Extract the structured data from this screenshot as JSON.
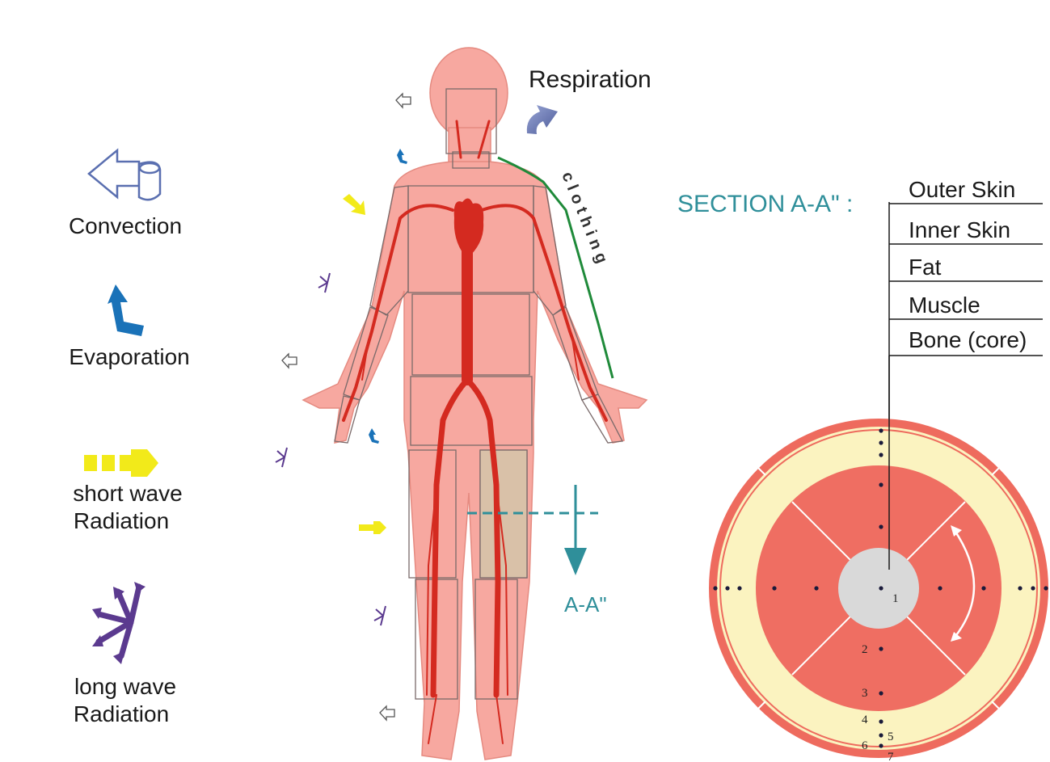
{
  "legend": {
    "convection": "Convection",
    "evaporation": "Evaporation",
    "short_wave_line1": "short wave",
    "short_wave_line2": "Radiation",
    "long_wave_line1": "long wave",
    "long_wave_line2": "Radiation"
  },
  "body": {
    "respiration": "Respiration",
    "clothing": "clothing",
    "section_marker": "A-A\""
  },
  "section": {
    "title": "SECTION A-A\" :",
    "layers": [
      "Outer Skin",
      "Inner Skin",
      "Fat",
      "Muscle",
      "Bone (core)"
    ],
    "node_numbers": [
      "1",
      "2",
      "3",
      "4",
      "5",
      "6",
      "7"
    ]
  },
  "colors": {
    "skin": "#f7a8a0",
    "artery": "#d42a20",
    "outer_skin_ring": "#ee6b5e",
    "fat_ring": "#fbf3c0",
    "muscle": "#ef6e62",
    "bone": "#d9d9d9",
    "section_teal": "#2f8f9a",
    "clothing_line": "#1f8a3a",
    "convection_arrow": "#5a6fb0",
    "evaporation_arrow": "#1a72b8",
    "short_wave_arrow": "#f2ea1a",
    "long_wave_arrow": "#5b3a8f"
  },
  "icons": [
    "convection-arrow-icon",
    "evaporation-arrow-icon",
    "short-wave-arrow-icon",
    "long-wave-arrows-icon",
    "respiration-arrow-icon"
  ]
}
